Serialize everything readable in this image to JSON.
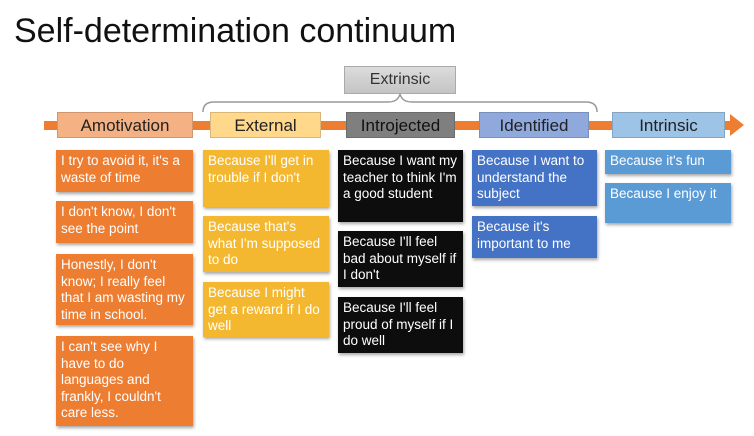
{
  "title": "Self-determination continuum",
  "extrinsic_label": "Extrinsic",
  "colors": {
    "arrow": "#ed7d31"
  },
  "columns": [
    {
      "label": "Amotivation",
      "header_color": "#f4b183",
      "card_color": "#ed7d31",
      "cards": [
        "I try to avoid it, it's a waste of time",
        "I don't know, I don't see the point",
        "Honestly, I don't know; I really feel that I am wasting my time in school.",
        "I can't see why I have to do languages and frankly, I couldn't care less."
      ]
    },
    {
      "label": "External",
      "header_color": "#ffd88c",
      "card_color": "#f4b830",
      "cards": [
        "Because I'll get in trouble if I don't",
        "Because that's what I'm supposed to do",
        "Because I might get a reward if I do well"
      ]
    },
    {
      "label": "Introjected",
      "header_color": "#7f7f7f",
      "card_color": "#0d0d0d",
      "cards": [
        "Because I want my teacher to think I'm a good student",
        "Because I'll feel bad about myself if I don't",
        "Because I'll feel proud of myself if I do well"
      ]
    },
    {
      "label": "Identified",
      "header_color": "#8fa9dc",
      "card_color": "#4472c4",
      "cards": [
        "Because I want to understand the subject",
        "Because it's important to me"
      ]
    },
    {
      "label": "Intrinsic",
      "header_color": "#9dc3e6",
      "card_color": "#5b9bd5",
      "cards": [
        "Because it's fun",
        "Because I enjoy it"
      ]
    }
  ]
}
